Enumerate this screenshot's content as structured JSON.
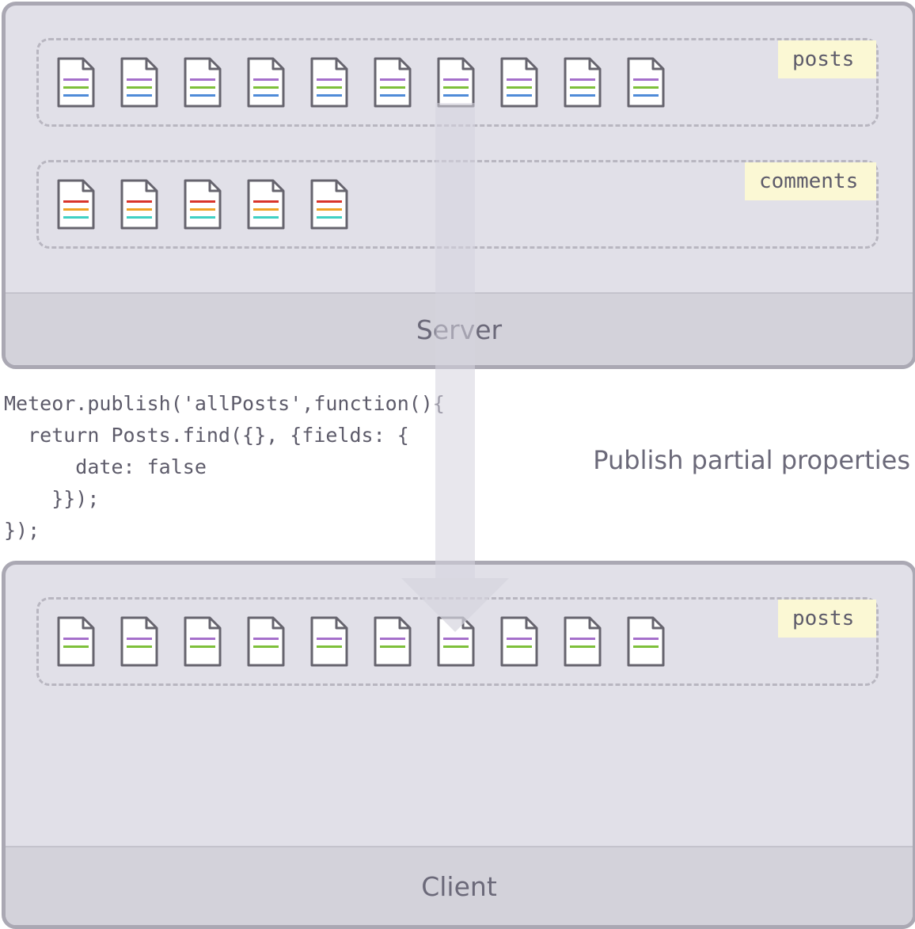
{
  "server": {
    "label": "Server",
    "collections": [
      {
        "name": "posts",
        "doc_count": 10,
        "field_colors": [
          "#a56fcb",
          "#7ec03a",
          "#4f8bd8"
        ]
      },
      {
        "name": "comments",
        "doc_count": 5,
        "field_colors": [
          "#d9342b",
          "#f0a224",
          "#3fd0c4"
        ]
      }
    ]
  },
  "client": {
    "label": "Client",
    "collections": [
      {
        "name": "posts",
        "doc_count": 10,
        "field_colors": [
          "#a56fcb",
          "#7ec03a"
        ]
      }
    ]
  },
  "code": "Meteor.publish('allPosts',function(){\n  return Posts.find({}, {fields: {\n      date: false\n    }});\n});",
  "caption": "Publish partial properties",
  "colors": {
    "panel_bg": "#e1e0e8",
    "panel_border": "#aaa8b3",
    "tag_bg": "#fbf8d4",
    "arrow": "#d6d4de"
  }
}
